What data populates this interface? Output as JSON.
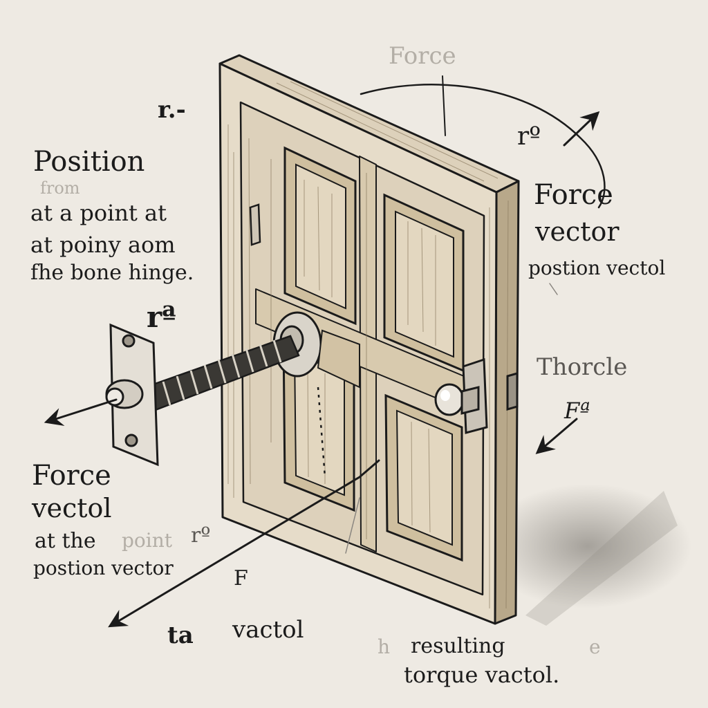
{
  "labels": {
    "r_top_left": "r.-",
    "force_top": "Force",
    "r_top_right": "rº",
    "position_title": "Position",
    "from_faint": "from",
    "position_line1": "at a point at",
    "position_line2": "at poiny aom",
    "position_line3": "fhe bone hinge.",
    "force_vector_right_1": "Force",
    "force_vector_right_2": "vector",
    "position_vector_right": "postion vectol",
    "r_hinge": "rª",
    "thorcle": "Thorcle",
    "f_right": "Fª",
    "force_vectol_left_1": "Force",
    "force_vectol_left_2": "vectol",
    "at_the": "at the",
    "point_faint": "point",
    "postion_vector_left": "postion vector",
    "r_center": "rº",
    "F_center": "F",
    "ta": "ta",
    "vactol": "vactol",
    "resulting": "resulting",
    "torque_vactol": "torque vactol.",
    "h_faint": "h",
    "e_faint": "e"
  },
  "colors": {
    "paper": "#eeeae3",
    "ink": "#1b1b1b",
    "wood_light": "#e6dcc9",
    "wood_mid": "#d2c2a4",
    "wood_dark": "#a89474"
  }
}
